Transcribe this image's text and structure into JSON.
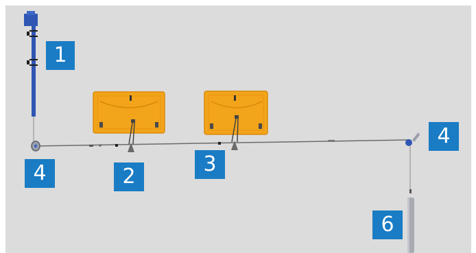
{
  "colors": {
    "background": "#dcdcdc",
    "badge": "#1a7cc4",
    "badge_text": "#ffffff",
    "panel": "#f2a41a",
    "motor": "#2f56b3",
    "cable": "#6b6b6b"
  },
  "labels": {
    "motor": "1",
    "carrier_left": "2",
    "carrier_right": "3",
    "pulley_left": "4",
    "pulley_right": "4",
    "weight": "6"
  },
  "icons": {
    "motor": "drive-motor-icon",
    "pulley": "pulley-icon",
    "carrier": "cable-clamp-icon",
    "weight": "counterweight-icon",
    "panel": "door-panel-icon"
  }
}
